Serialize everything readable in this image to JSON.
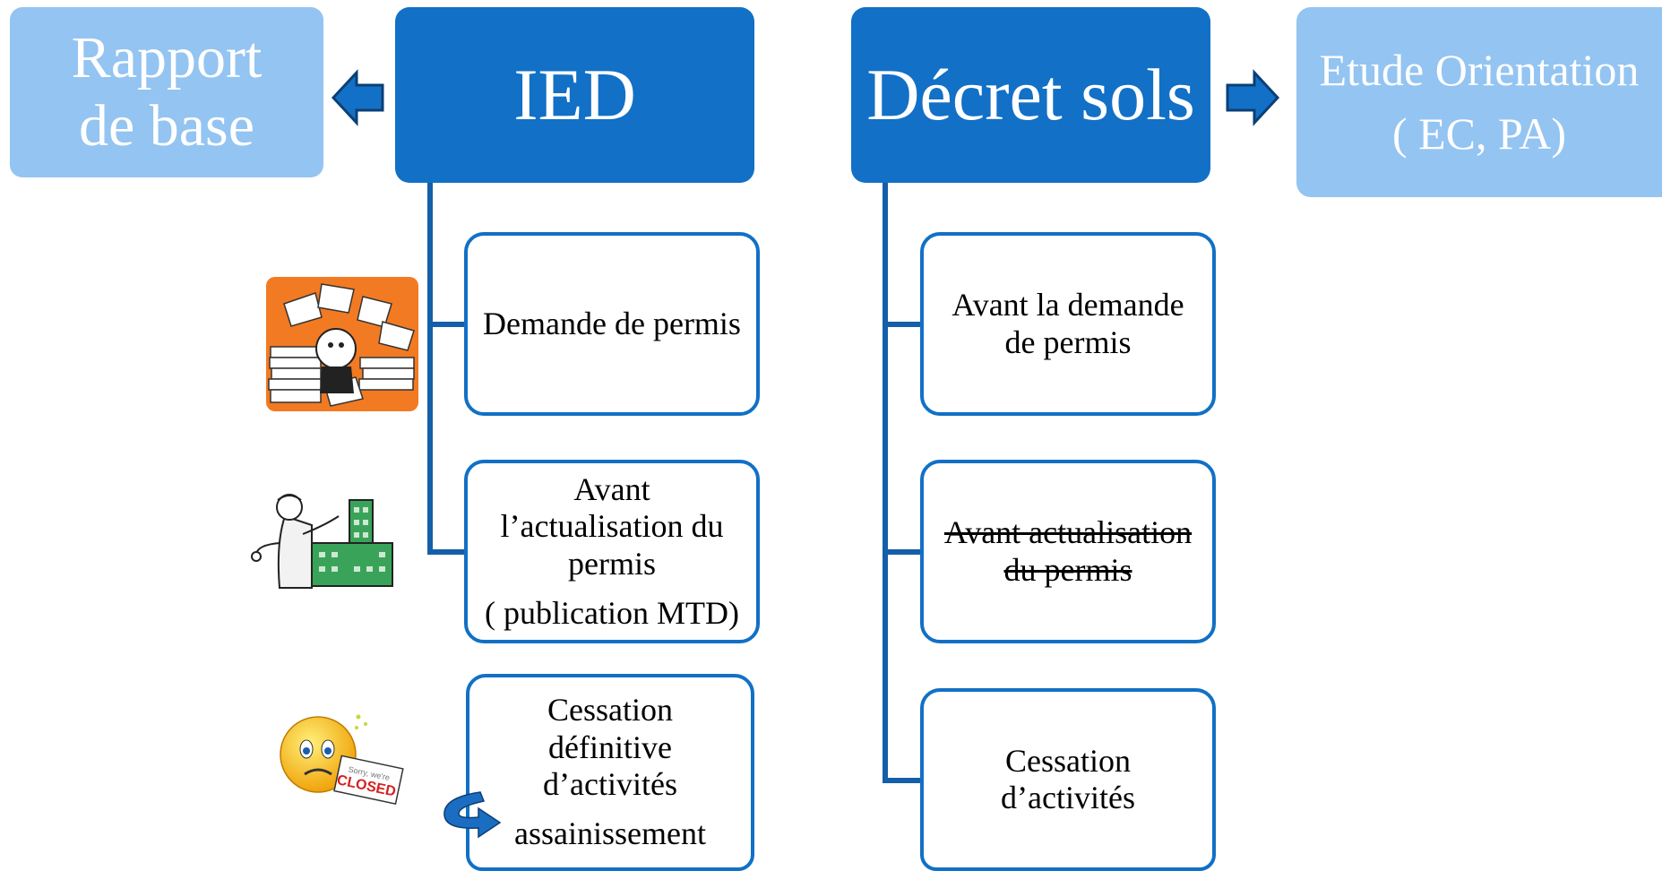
{
  "left_outcome": {
    "line1": "Rapport",
    "line2": "de base"
  },
  "ied": {
    "title": "IED"
  },
  "decret": {
    "title": "Décret sols"
  },
  "right_outcome": {
    "line1": "Etude Orientation",
    "line2": "( EC, PA)"
  },
  "ied_steps": [
    {
      "lines": [
        "Demande de permis"
      ]
    },
    {
      "lines": [
        "Avant",
        "l’actualisation du",
        "permis"
      ],
      "extra": "( publication MTD)"
    },
    {
      "lines": [
        "Cessation",
        "définitive",
        "d’activités"
      ],
      "extra": "assainissement"
    }
  ],
  "decret_steps": [
    {
      "lines": [
        "Avant la demande",
        "de permis"
      ]
    },
    {
      "lines": [
        "Avant actualisation",
        "du permis"
      ],
      "struck": true
    },
    {
      "lines": [
        "Cessation",
        "d’activités"
      ]
    }
  ],
  "closed_sign": {
    "line1": "Sorry, we're",
    "line2": "CLOSED"
  },
  "colors": {
    "main_blue": "#1270c6",
    "light_blue": "#94c4f1",
    "connector": "#145fa8"
  },
  "icons": [
    "paperwork-icon",
    "doctor-building-icon",
    "sad-closed-sign-icon",
    "curved-arrow-icon"
  ]
}
